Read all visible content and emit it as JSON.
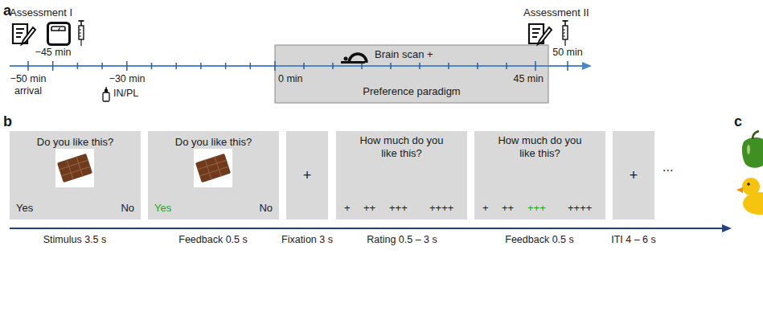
{
  "diagram": {
    "nodes": [
      {
        "text": [
          "Brain scan +",
          "0 min",
          "45 min",
          "Preference paradigm"
        ]
      },
      {
        "text": [
          "Do you like this?",
          "Yes",
          "No"
        ]
      },
      {
        "text": [
          "Do you like this?",
          "Yes",
          "No"
        ]
      },
      {
        "text": [
          "+"
        ]
      },
      {
        "text": [
          "How much do you like this?",
          "+",
          "++",
          "+++",
          "++++"
        ]
      },
      {
        "text": [
          "How much do you like this?",
          "+",
          "++",
          "+++",
          "++++"
        ]
      },
      {
        "text": [
          "+"
        ]
      }
    ],
    "labels": [
      "a",
      "Assessment I",
      "−45 min",
      "Assessment II",
      "50 min",
      "−50 min",
      "arrival",
      "−30 min",
      "IN/PL",
      "b",
      "c",
      "...",
      "Stimulus 3.5 s",
      "Feedback 0.5 s",
      "Fixation 3 s",
      "Rating 0.5 – 3 s",
      "Feedback 0.5 s",
      "ITI 4 – 6 s"
    ]
  }
}
